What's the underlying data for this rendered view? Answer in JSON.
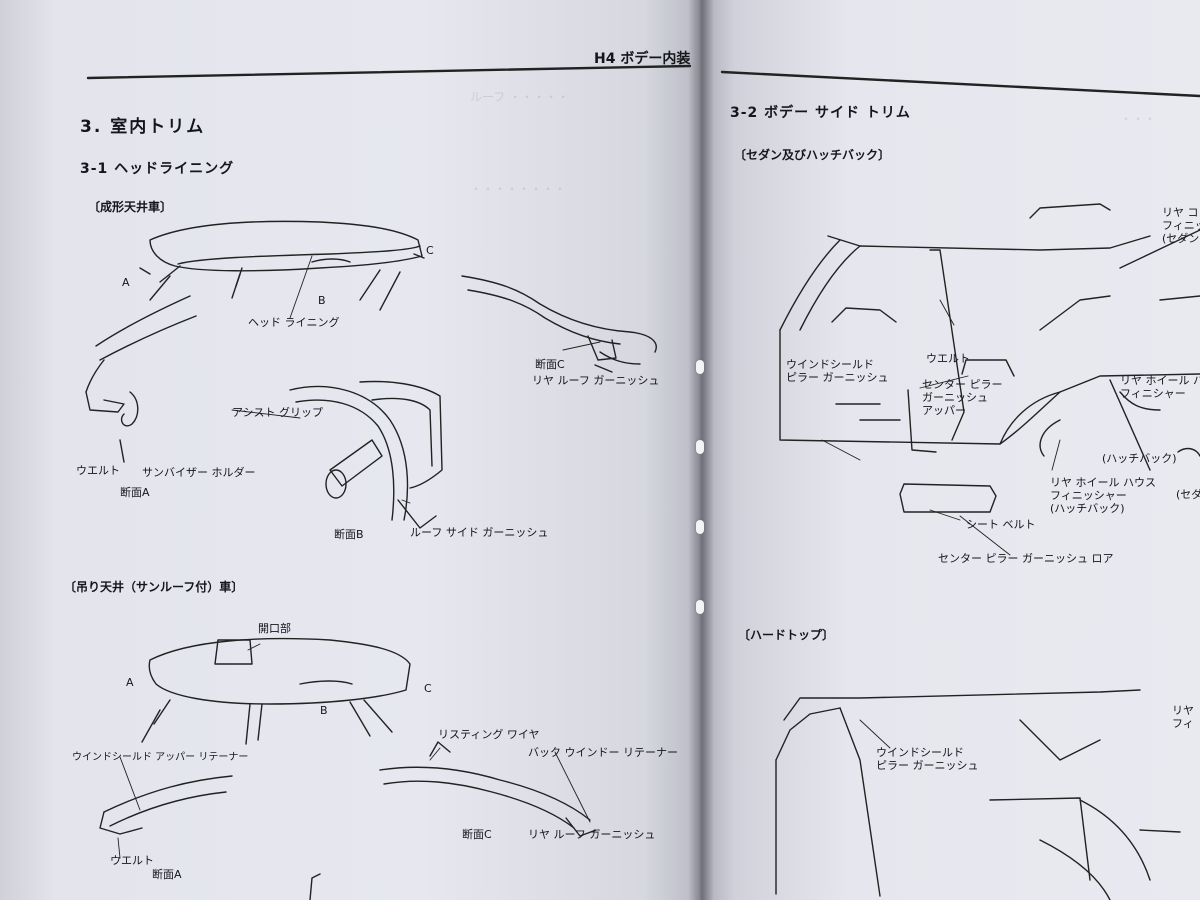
{
  "left_page": {
    "section_title": "3. 室内トリム",
    "subsection_title": "3-1 ヘッドライニング",
    "group_molded": "〔成形天井車〕",
    "group_suspended": "〔吊り天井（サンルーフ付）車〕",
    "labels": {
      "head_lining": "ヘッド ライニング",
      "cut_a": "A",
      "cut_b": "B",
      "cut_c": "C",
      "section_c": "断面C",
      "rear_roof_garnish": "リヤ ルーフ ガーニッシュ",
      "assist_grip": "アシスト グリップ",
      "welt": "ウエルト",
      "sunvisor_holder": "サンバイザー ホルダー",
      "section_a": "断面A",
      "section_b": "断面B",
      "roof_side_garnish": "ルーフ サイド ガーニッシュ",
      "opening": "開口部",
      "windshield_upper_retainer": "ウインドシールド アッパー リテーナー",
      "listing_wire": "リスティング ワイヤ",
      "back_window_retainer": "バック ウインドー リテーナー",
      "section_c2": "断面C",
      "rear_roof_garnish2": "リヤ ルーフ ガーニッシュ",
      "welt2": "ウエルト",
      "section_a2": "断面A"
    }
  },
  "right_page": {
    "header": "H4 ボデー内装",
    "subsection_title": "3-2 ボデー サイド トリム",
    "group_sedan": "〔セダン及びハッチバック〕",
    "group_hardtop": "〔ハードトップ〕",
    "labels": {
      "welt": "ウエルト",
      "windshield_pillar_garnish": "ウインドシールド\nピラー ガーニッシュ",
      "center_pillar_garnish_upper": "センター ピラー\nガーニッシュ\nアッパー",
      "rear_quarter_partial": "リヤ コ\nフィニッ\n(セダン",
      "rear_wheel_house_partial": "リヤ ホイール ハ\nフィニシャー",
      "hatchback_small": "(ハッチバック)",
      "sedan_partial": "(セダ",
      "rear_wheel_house_finisher": "リヤ ホイール ハウス\nフィニッシャー\n(ハッチバック)",
      "seat_belt": "シート ベルト",
      "center_pillar_garnish_lower": "センター ピラー ガーニッシュ ロア",
      "windshield_pillar_garnish2": "ウインドシールド\nピラー ガーニッシュ",
      "rear_partial_top": "リヤ\nフィ"
    }
  },
  "colors": {
    "ink": "#15161b",
    "paper": "#e6e7ee",
    "shadow": "#5d5d66"
  }
}
